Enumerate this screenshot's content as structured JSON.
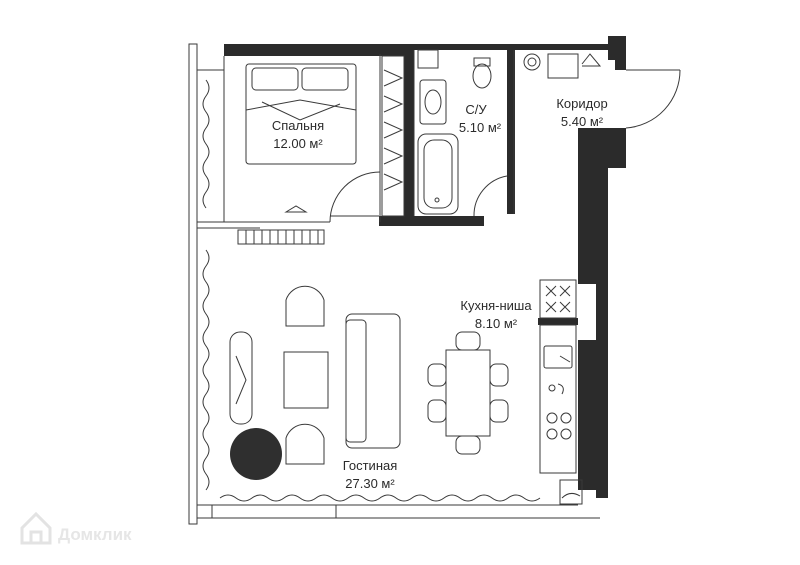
{
  "colors": {
    "wall": "#2b2b2b",
    "line": "#3a3a3a",
    "background": "#ffffff",
    "watermark": "#e3e3e3",
    "accent_circle": "#2f2f2f"
  },
  "rooms": {
    "bedroom": {
      "name": "Спальня",
      "area": "12.00 м²"
    },
    "bathroom": {
      "name": "С/У",
      "area": "5.10 м²"
    },
    "corridor": {
      "name": "Коридор",
      "area": "5.40 м²"
    },
    "kitchen": {
      "name": "Кухня-ниша",
      "area": "8.10 м²"
    },
    "living": {
      "name": "Гостиная",
      "area": "27.30 м²"
    }
  },
  "watermark": {
    "text": "Домклик",
    "icon": "house-logo-icon"
  }
}
